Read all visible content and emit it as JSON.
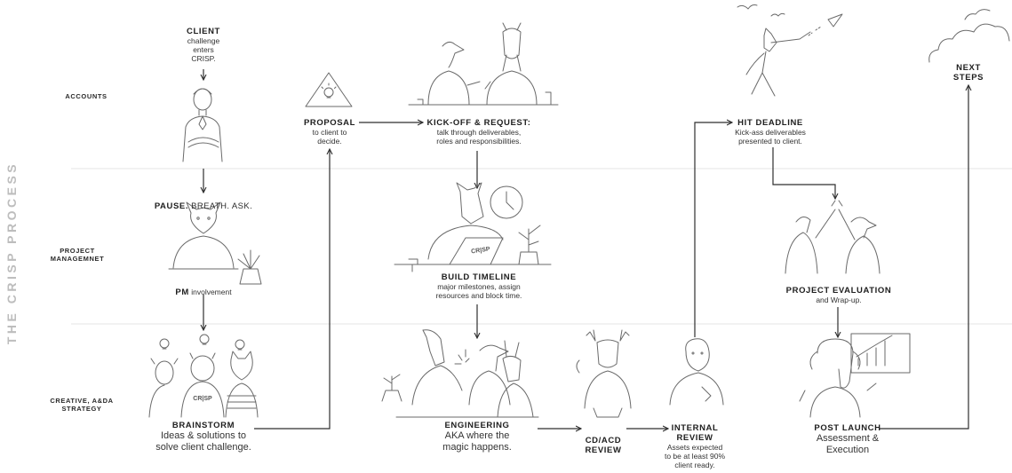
{
  "title": "THE CRISP PROCESS",
  "lanes": {
    "accounts": "ACCOUNTS",
    "pm_1": "PROJECT",
    "pm_2": "MANAGEMNET",
    "creative_1": "CREATIVE, A&DA",
    "creative_2": "STRATEGY"
  },
  "client": {
    "title": "CLIENT",
    "line1": "challenge",
    "line2": "enters",
    "line3": "CRISP."
  },
  "pause": {
    "bold": "PAUSE.",
    "rest": " BREATH. ASK."
  },
  "pm": {
    "bold": "PM",
    "rest": " involvement"
  },
  "brainstorm": {
    "title": "BRAINSTORM",
    "line1": "Ideas & solutions to",
    "line2": "solve client challenge."
  },
  "proposal": {
    "title": "PROPOSAL",
    "line1": "to client to",
    "line2": "decide."
  },
  "kickoff": {
    "title": "KICK-OFF & REQUEST:",
    "line1": "talk through deliverables,",
    "line2": "roles and responsibilities."
  },
  "timeline": {
    "title": "BUILD TIMELINE",
    "line1": "major milestones, assign",
    "line2": "resources and block time."
  },
  "engineering": {
    "title": "ENGINEERING",
    "line1": "AKA where the",
    "line2": "magic happens."
  },
  "cdacd": {
    "line1": "CD/ACD",
    "line2": "REVIEW"
  },
  "internal": {
    "line1": "INTERNAL",
    "line2": "REVIEW",
    "body1": "Assets expected",
    "body2": "to be at least 90%",
    "body3": "client ready."
  },
  "deadline": {
    "title": "HIT DEADLINE",
    "line1": "Kick-ass deliverables",
    "line2": "presented to client."
  },
  "evaluation": {
    "title": "PROJECT EVALUATION",
    "line1": "and Wrap-up."
  },
  "postlaunch": {
    "title": "POST LAUNCH",
    "line1": "Assessment &",
    "line2": "Execution"
  },
  "next": {
    "line1": "NEXT",
    "line2": "STEPS"
  },
  "laptop_word": "CR|SP",
  "shirt_word": "CR|SP",
  "colors": {
    "ink": "#2e2e2e",
    "illustration": "#6a6a6a",
    "title_gray": "#bdbdbd",
    "divider": "#e6e6e6"
  }
}
